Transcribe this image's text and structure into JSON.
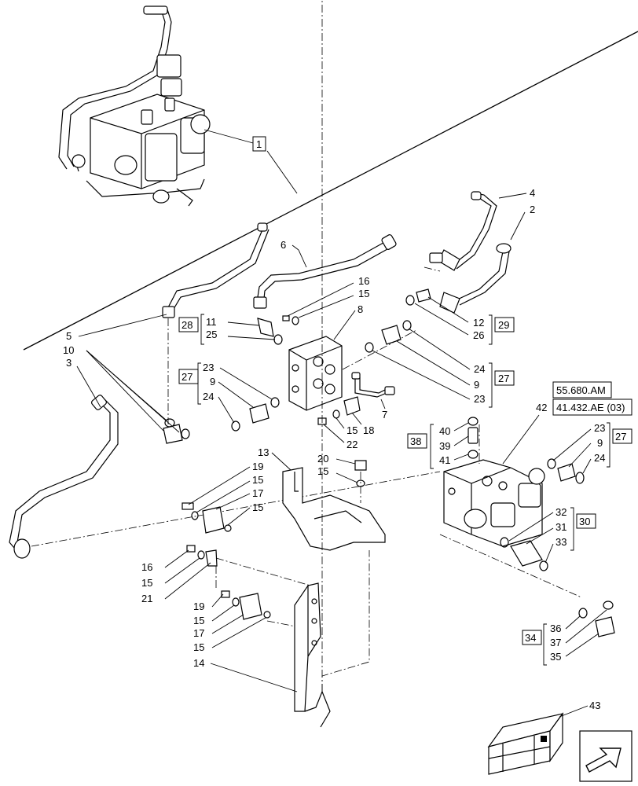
{
  "callouts": {
    "c1": "1",
    "c2": "2",
    "c3": "3",
    "c4": "4",
    "c5": "5",
    "c6": "6",
    "c7": "7",
    "c8": "8",
    "c10": "10",
    "c11": "11",
    "c13": "13",
    "c14": "14",
    "c15a": "15",
    "c15b": "15",
    "c15c": "15",
    "c15d": "15",
    "c15e": "15",
    "c15f": "15",
    "c15g": "15",
    "c15h": "15",
    "c16a": "16",
    "c16b": "16",
    "c17a": "17",
    "c17b": "17",
    "c18": "18",
    "c19a": "19",
    "c19b": "19",
    "c20": "20",
    "c21": "21",
    "c22": "22",
    "c9a": "9",
    "c9b": "9",
    "c9c": "9",
    "c12": "12",
    "c23a": "23",
    "c23b": "23",
    "c23c": "23",
    "c24a": "24",
    "c24b": "24",
    "c24c": "24",
    "c25": "25",
    "c26": "26",
    "c27a": "27",
    "c27b": "27",
    "c27c": "27",
    "c28": "28",
    "c29": "29",
    "c30": "30",
    "c31": "31",
    "c32": "32",
    "c33": "33",
    "c34": "34",
    "c35": "35",
    "c36": "36",
    "c37": "37",
    "c38": "38",
    "c39": "39",
    "c40": "40",
    "c41": "41",
    "c42": "42",
    "c43": "43"
  },
  "references": {
    "ref1": "55.680.AM",
    "ref2": "41.432.AE (03)"
  },
  "icons": {
    "nav": "next-page-arrow-icon",
    "kit": "parts-kit-crate-icon"
  }
}
